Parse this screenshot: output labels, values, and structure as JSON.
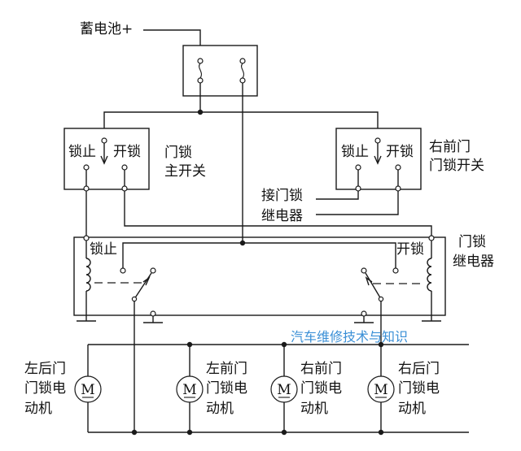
{
  "labels": {
    "battery": "蓄电池+",
    "master_switch_lock": "锁止",
    "master_switch_unlock": "开锁",
    "master_switch_name_1": "门锁",
    "master_switch_name_2": "主开关",
    "rf_switch_lock": "锁止",
    "rf_switch_unlock": "开锁",
    "rf_switch_name_1": "右前门",
    "rf_switch_name_2": "门锁开关",
    "relay_connect_1": "接门锁",
    "relay_connect_2": "继电器",
    "relay_lock": "锁止",
    "relay_unlock": "开锁",
    "relay_name_1": "门锁",
    "relay_name_2": "继电器",
    "motor_lr_1": "左后门",
    "motor_lr_2": "门锁电",
    "motor_lr_3": "动机",
    "motor_lf_1": "左前门",
    "motor_lf_2": "门锁电",
    "motor_lf_3": "动机",
    "motor_rf_1": "右前门",
    "motor_rf_2": "门锁电",
    "motor_rf_3": "动机",
    "motor_rr_1": "右后门",
    "motor_rr_2": "门锁电",
    "motor_rr_3": "动机",
    "motor_symbol": "M"
  },
  "watermark": {
    "text": "汽车维修技术与知识",
    "color": "#3a8fd6"
  }
}
